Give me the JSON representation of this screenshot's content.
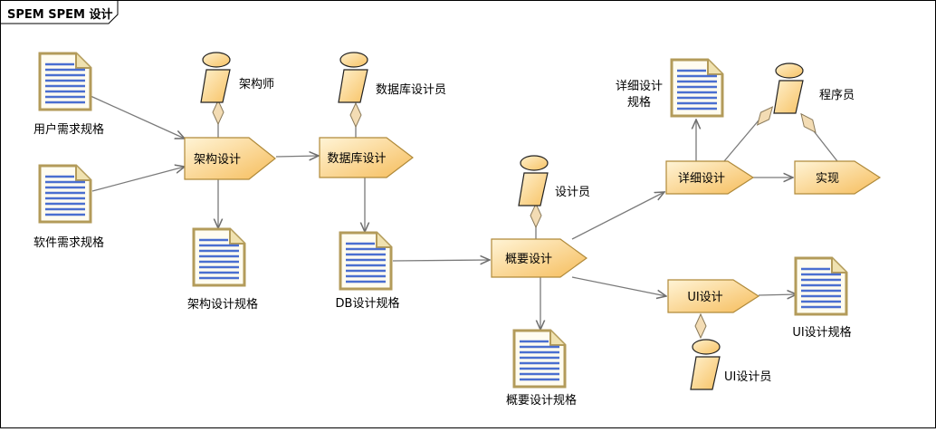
{
  "frame": {
    "title": "SPEM SPEM 设计"
  },
  "roles": {
    "architect": "架构师",
    "db_designer": "数据库设计员",
    "designer": "设计员",
    "programmer": "程序员",
    "ui_designer": "UI设计员"
  },
  "activities": {
    "arch_design": "架构设计",
    "db_design": "数据库设计",
    "overview_design": "概要设计",
    "detail_design": "详细设计",
    "implement": "实现",
    "ui_design": "UI设计"
  },
  "artifacts": {
    "user_req": "用户需求规格",
    "software_req": "软件需求规格",
    "arch_spec": "架构设计规格",
    "db_spec": "DB设计规格",
    "overview_spec": "概要设计规格",
    "detail_spec_line1": "详细设计",
    "detail_spec_line2": "规格",
    "ui_spec": "UI设计规格"
  },
  "colors": {
    "activity_fill_top": "#fff2cc",
    "activity_fill_bottom": "#f8c56a",
    "activity_stroke": "#b08a3a",
    "doc_stroke": "#b39b5a",
    "doc_lines": "#4a6fd0",
    "role_fill": "#fbd58a",
    "link": "#7a7a7a"
  }
}
